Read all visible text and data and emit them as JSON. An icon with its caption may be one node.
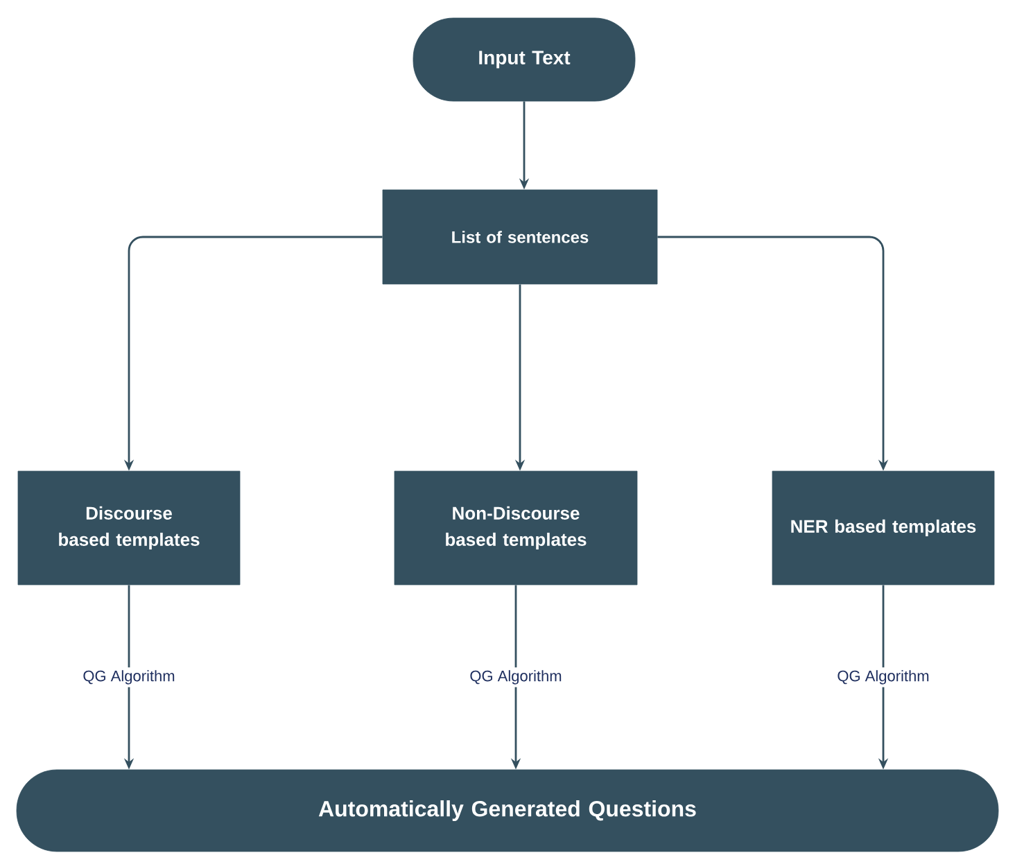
{
  "diagram": {
    "nodes": [
      {
        "text": [
          "Input Text"
        ]
      },
      {
        "text": [
          "List of sentences"
        ]
      },
      {
        "text": [
          "Discourse based templates"
        ]
      },
      {
        "text": [
          "Non-Discourse based templates"
        ]
      },
      {
        "text": [
          "NER based templates"
        ]
      },
      {
        "text": [
          "Automatically Generated Questions"
        ]
      }
    ],
    "edges": [
      {
        "from": 0,
        "to": 1,
        "arrow": "to"
      },
      {
        "from": 1,
        "to": 2,
        "arrow": "to"
      },
      {
        "from": 1,
        "to": 3,
        "arrow": "to"
      },
      {
        "from": 1,
        "to": 4,
        "arrow": "to"
      },
      {
        "from": 2,
        "to": 5,
        "arrow": "to",
        "label": "QG Algorithm"
      },
      {
        "from": 3,
        "to": 5,
        "arrow": "to",
        "label": "QG Algorithm"
      },
      {
        "from": 4,
        "to": 5,
        "arrow": "to",
        "label": "QG Algorithm"
      }
    ]
  }
}
